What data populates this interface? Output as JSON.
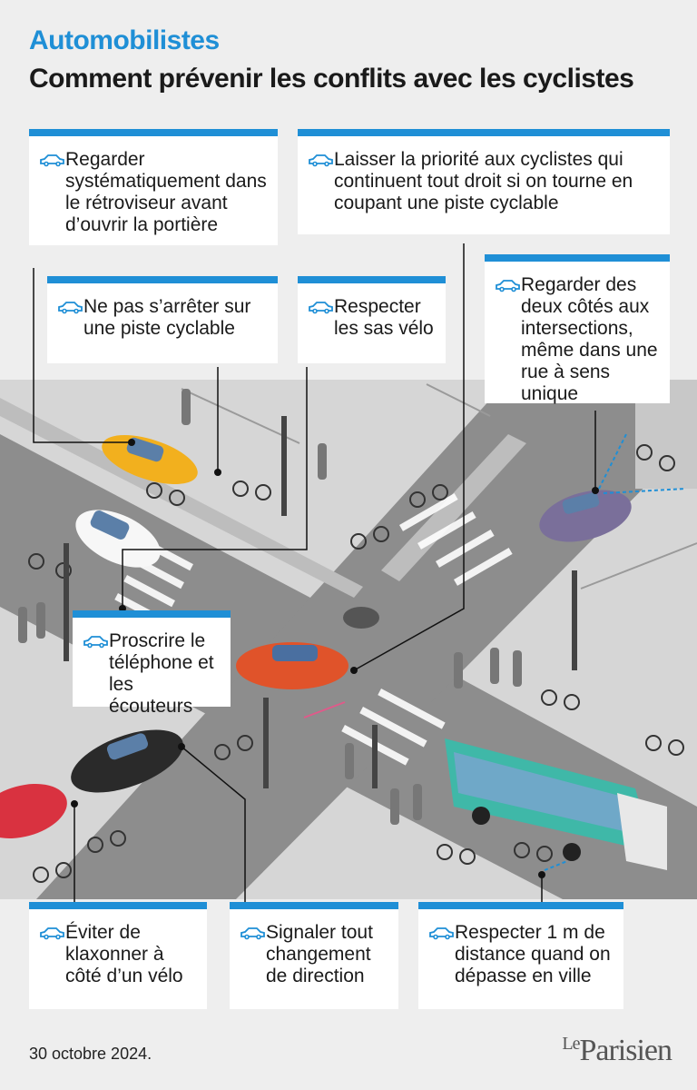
{
  "header": {
    "kicker": "Automobilistes",
    "title": "Comment prévenir les conflits avec les cyclistes"
  },
  "tips": [
    {
      "text": "Regarder systématiquement dans le rétroviseur avant d’ouvrir la portière"
    },
    {
      "text": "Laisser la priorité aux cyclistes qui continuent tout droit si on tourne en coupant une piste cyclable"
    },
    {
      "text": "Ne pas s’arrêter sur une piste cyclable"
    },
    {
      "text": "Respecter les sas vélo"
    },
    {
      "text": "Regarder des deux côtés aux intersections, même dans une rue à sens unique"
    },
    {
      "text": "Proscrire le téléphone et les écouteurs"
    },
    {
      "text": "Éviter de klaxonner à côté d’un vélo"
    },
    {
      "text": "Signaler tout changement de direction"
    },
    {
      "text": "Respecter 1 m de distance quand on dépasse en ville"
    }
  ],
  "footer": {
    "date": "30 octobre 2024.",
    "logo_le": "Le",
    "logo_name": "Parisien"
  },
  "colors": {
    "accent": "#1f8fd6",
    "yellow_car": "#f2b01e",
    "orange_car": "#e0532a",
    "red_car": "#d93240",
    "bus": "#3fb8a8",
    "purple_car": "#7a6f9a"
  },
  "icons": [
    "car-icon"
  ]
}
